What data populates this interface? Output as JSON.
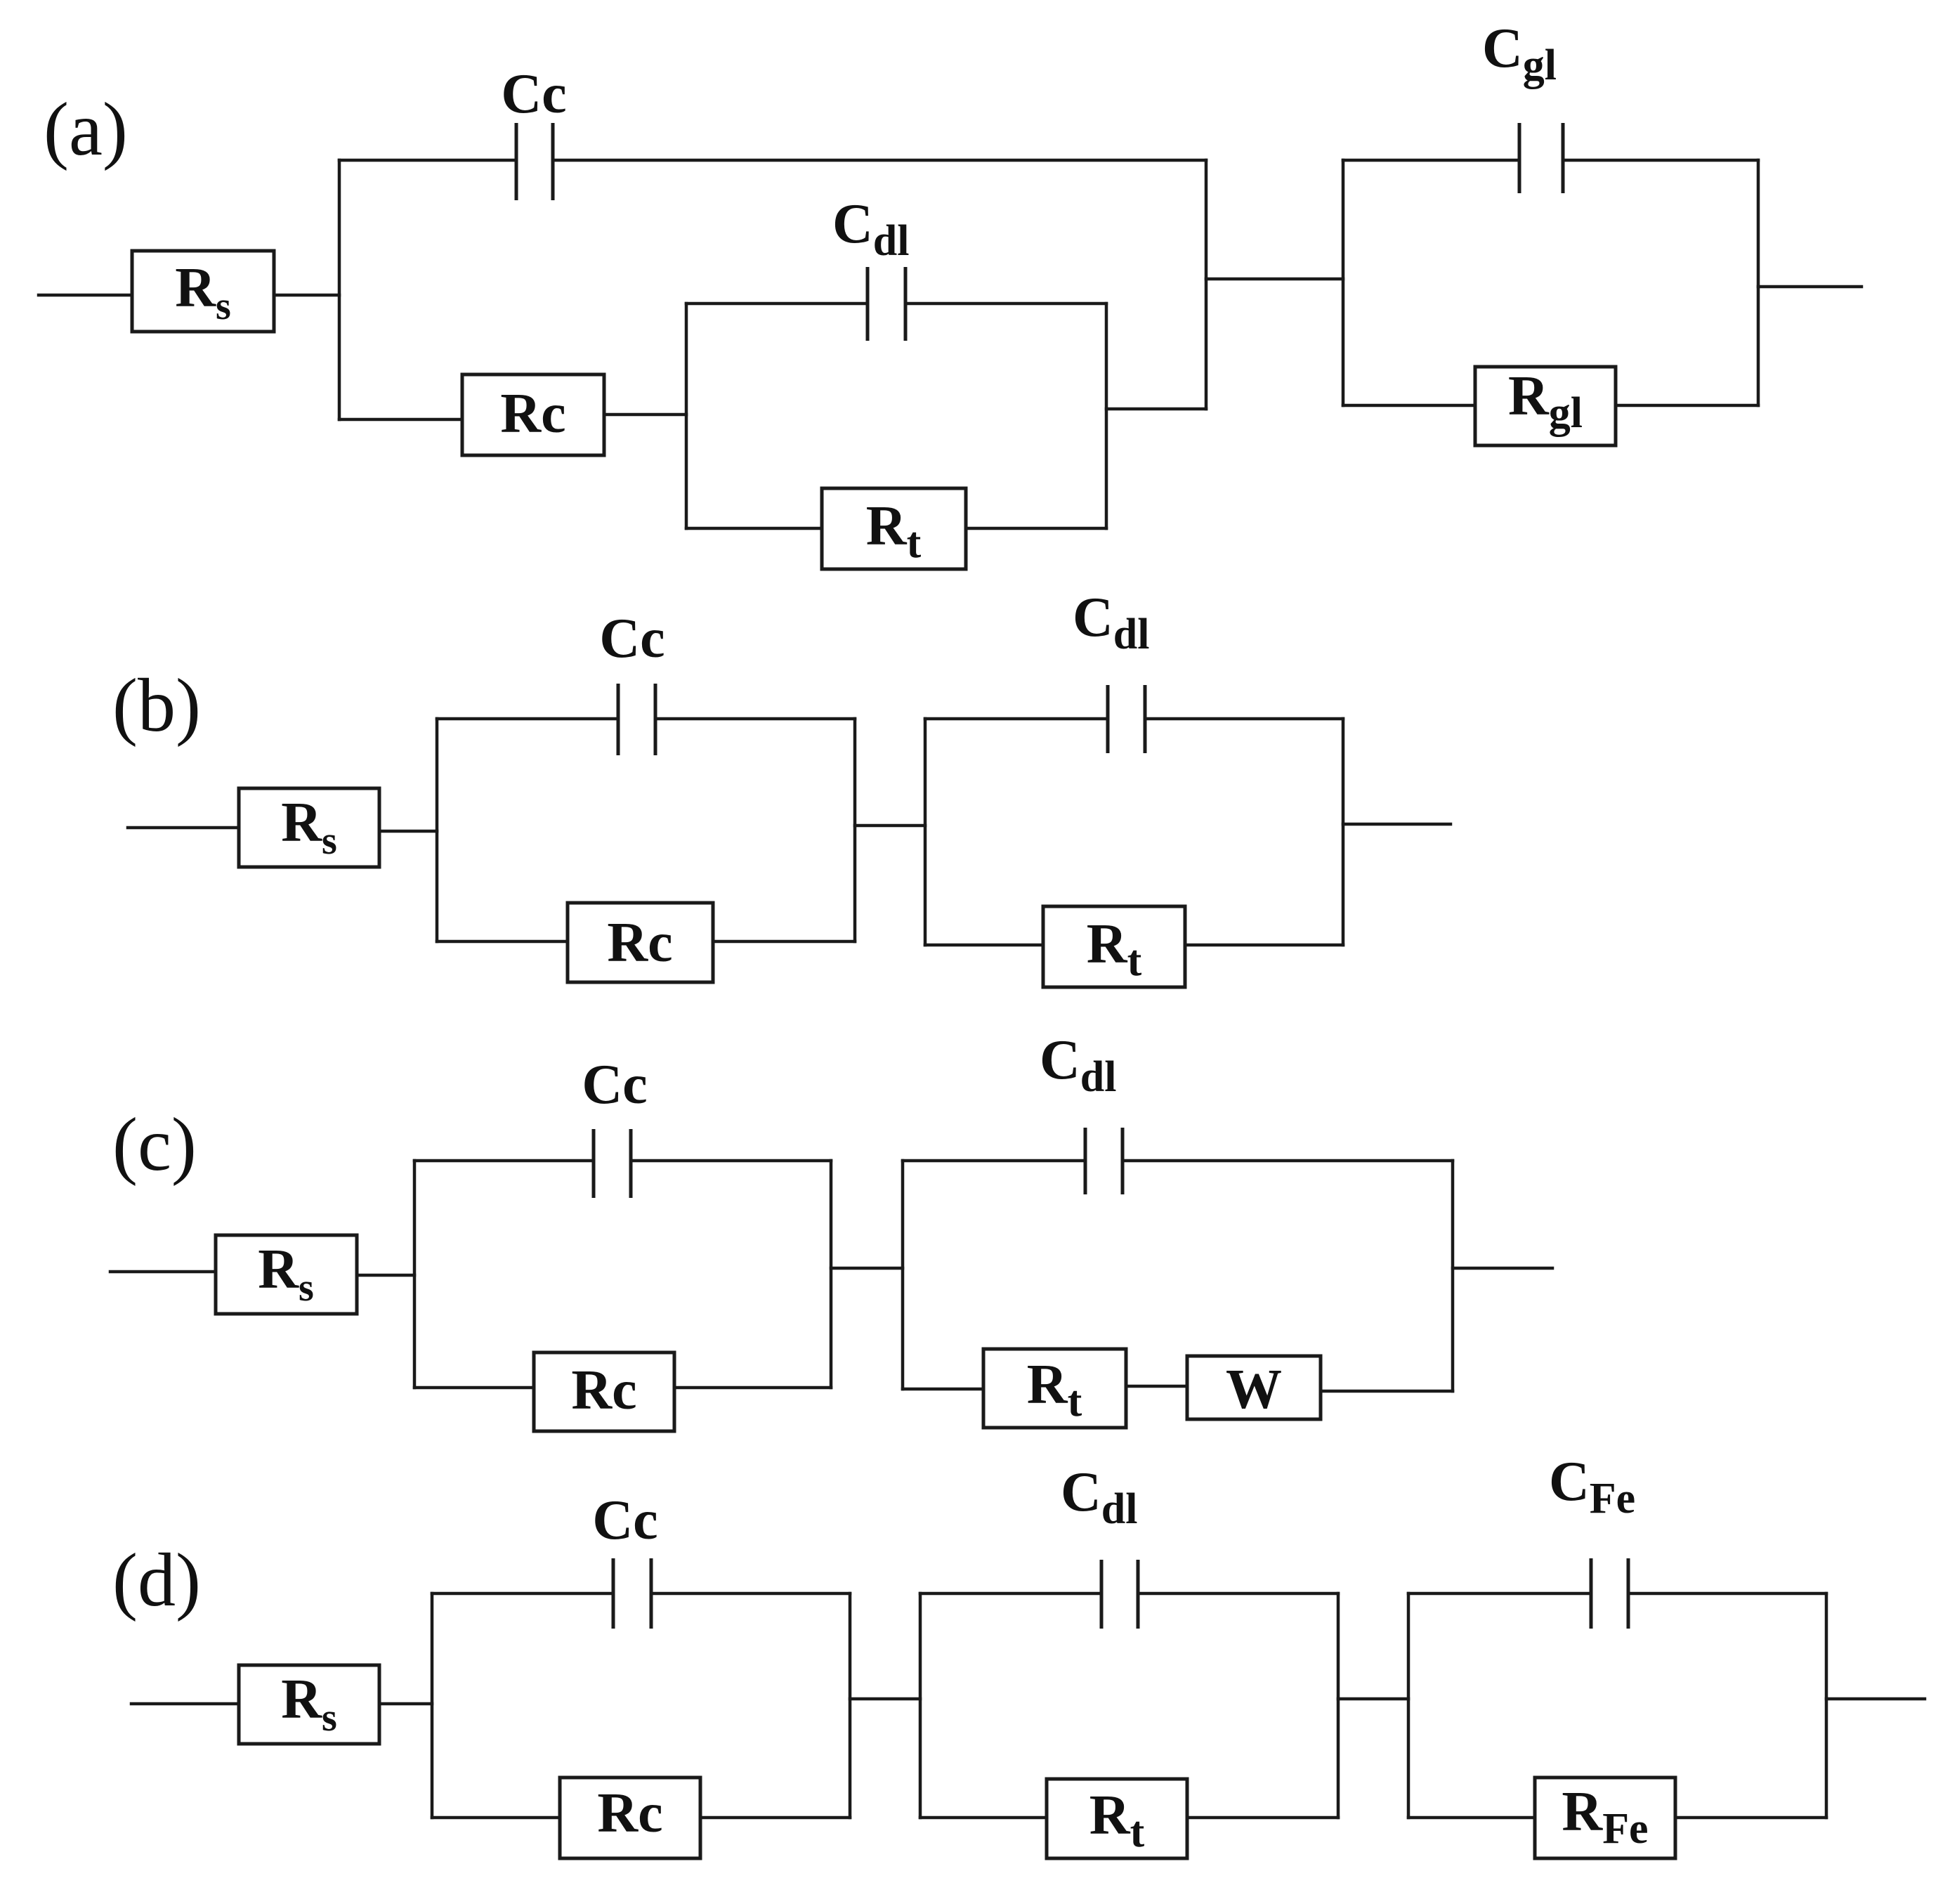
{
  "panels": {
    "a": {
      "label": "(a)",
      "rs": {
        "main": "R",
        "sub": "s"
      },
      "cc": {
        "main": "Cc",
        "sub": ""
      },
      "rc": {
        "main": "Rc",
        "sub": ""
      },
      "cdl": {
        "main": "C",
        "sub": "dl"
      },
      "rt": {
        "main": "R",
        "sub": "t"
      },
      "cgl": {
        "main": "C",
        "sub": "gl"
      },
      "rgl": {
        "main": "R",
        "sub": "gl"
      }
    },
    "b": {
      "label": "(b)",
      "rs": {
        "main": "R",
        "sub": "s"
      },
      "cc": {
        "main": "Cc",
        "sub": ""
      },
      "rc": {
        "main": "Rc",
        "sub": ""
      },
      "cdl": {
        "main": "C",
        "sub": "dl"
      },
      "rt": {
        "main": "R",
        "sub": "t"
      }
    },
    "c": {
      "label": "(c)",
      "rs": {
        "main": "R",
        "sub": "s"
      },
      "cc": {
        "main": "Cc",
        "sub": ""
      },
      "rc": {
        "main": "Rc",
        "sub": ""
      },
      "cdl": {
        "main": "C",
        "sub": "dl"
      },
      "rt": {
        "main": "R",
        "sub": "t"
      },
      "w": {
        "main": "W",
        "sub": ""
      }
    },
    "d": {
      "label": "(d)",
      "rs": {
        "main": "R",
        "sub": "s"
      },
      "cc": {
        "main": "Cc",
        "sub": ""
      },
      "rc": {
        "main": "Rc",
        "sub": ""
      },
      "cdl": {
        "main": "C",
        "sub": "dl"
      },
      "rt": {
        "main": "R",
        "sub": "t"
      },
      "cfe": {
        "main": "C",
        "sub": "Fe"
      },
      "rfe": {
        "main": "R",
        "sub": "Fe"
      }
    }
  }
}
